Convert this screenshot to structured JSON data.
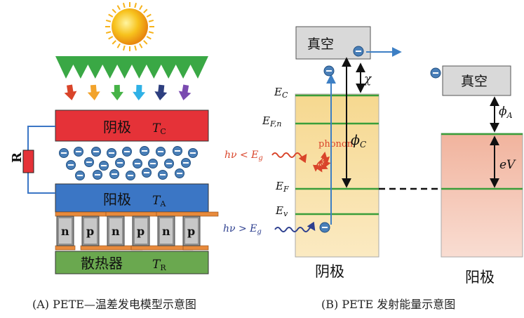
{
  "panel_a": {
    "cathode": {
      "label": "阴极",
      "temp": "T",
      "temp_sub": "C"
    },
    "anode": {
      "label": "阳极",
      "temp": "T",
      "temp_sub": "A"
    },
    "sink": {
      "label": "散热器",
      "temp": "T",
      "temp_sub": "R"
    },
    "resistor_label": "R",
    "thermo_legs": [
      "n",
      "p",
      "n",
      "p",
      "n",
      "p"
    ],
    "colors": {
      "sun": "#f7b21d",
      "concentrator": "#3aa845",
      "cathode": "#e53238",
      "anode": "#3b76c5",
      "sink": "#6aa84f",
      "electron": "#2e6fb0",
      "arrows": [
        "#d9442a",
        "#f2a32b",
        "#46b347",
        "#2fb1e6",
        "#2d3f7f",
        "#7a4bb0"
      ]
    }
  },
  "panel_b": {
    "vacuum_left": "真空",
    "vacuum_right": "真空",
    "labels": {
      "Ec": "E",
      "Ec_sub": "C",
      "EFn": "E",
      "EFn_sub": "F,n",
      "EF": "E",
      "EF_sub": "F",
      "Ev": "E",
      "Ev_sub": "v",
      "phonon": "phonon",
      "hv_low": "hν < E",
      "hv_low_sub": "g",
      "hv_high": "hν > E",
      "hv_high_sub": "g",
      "chi": "χ",
      "phiC": "ϕ",
      "phiC_sub": "C",
      "phiA": "ϕ",
      "phiA_sub": "A",
      "eV": "eV"
    },
    "cathode_label": "阴极",
    "anode_label": "阳极",
    "colors": {
      "band_line": "#3a9e3a",
      "cathode_fill": "#f7dfa0",
      "anode_fill": "#f3c1ad"
    }
  },
  "captions": {
    "a": "(A) PETE—温差发电模型示意图",
    "b": "(B) PETE 发射能量示意图"
  }
}
